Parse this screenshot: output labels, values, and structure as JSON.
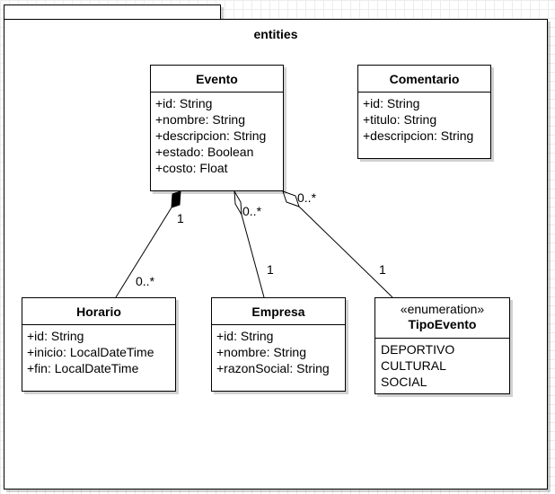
{
  "package": {
    "name": "entities"
  },
  "classes": {
    "evento": {
      "name": "Evento",
      "attributes": [
        "+id: String",
        "+nombre: String",
        "+descripcion: String",
        "+estado: Boolean",
        "+costo: Float"
      ]
    },
    "comentario": {
      "name": "Comentario",
      "attributes": [
        "+id: String",
        "+titulo: String",
        "+descripcion: String"
      ]
    },
    "horario": {
      "name": "Horario",
      "attributes": [
        "+id: String",
        "+inicio: LocalDateTime",
        "+fin: LocalDateTime"
      ]
    },
    "empresa": {
      "name": "Empresa",
      "attributes": [
        "+id: String",
        "+nombre: String",
        "+razonSocial: String"
      ]
    },
    "tipoEvento": {
      "stereotype": "«enumeration»",
      "name": "TipoEvento",
      "literals": [
        "DEPORTIVO",
        "CULTURAL",
        "SOCIAL"
      ]
    }
  },
  "associations": {
    "evento_horario": {
      "kind": "composition",
      "source_mult": "1",
      "target_mult": "0..*"
    },
    "evento_empresa": {
      "kind": "aggregation",
      "source_mult": "0..*",
      "target_mult": "1"
    },
    "evento_tipoEvento": {
      "kind": "aggregation",
      "source_mult": "0..*",
      "target_mult": "1"
    }
  }
}
